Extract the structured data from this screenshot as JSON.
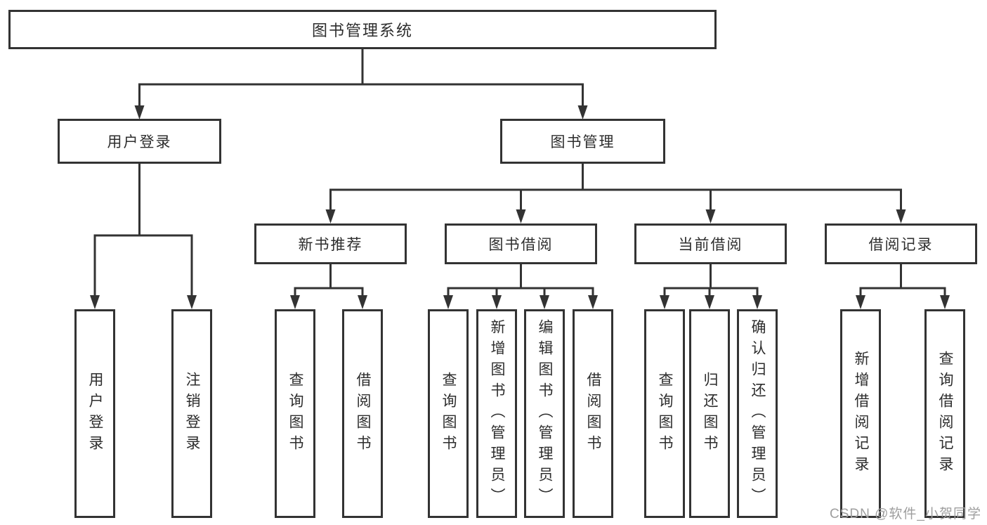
{
  "diagram": {
    "nodes": {
      "root": {
        "label": "图书管理系统"
      },
      "user_login": {
        "label": "用户登录"
      },
      "book_mgmt": {
        "label": "图书管理"
      },
      "new_book_rec": {
        "label": "新书推荐"
      },
      "book_borrow": {
        "label": "图书借阅"
      },
      "current_borrow": {
        "label": "当前借阅"
      },
      "borrow_records": {
        "label": "借阅记录"
      },
      "leaf_user_login": {
        "label": "用户登录"
      },
      "leaf_logout": {
        "label": "注销登录"
      },
      "leaf_query_book_rec": {
        "label": "查询图书"
      },
      "leaf_borrow_book_rec": {
        "label": "借阅图书"
      },
      "leaf_query_book_mgmt": {
        "label": "查询图书"
      },
      "leaf_add_book": {
        "label": "新增图书（管理员）"
      },
      "leaf_edit_book": {
        "label": "编辑图书（管理员）"
      },
      "leaf_borrow_book_mgmt": {
        "label": "借阅图书"
      },
      "leaf_query_book_cur": {
        "label": "查询图书"
      },
      "leaf_return_book": {
        "label": "归还图书"
      },
      "leaf_confirm_return": {
        "label": "确认归还（管理员）"
      },
      "leaf_add_record": {
        "label": "新增借阅记录"
      },
      "leaf_query_record": {
        "label": "查询借阅记录"
      }
    },
    "edges": [
      {
        "from": "root",
        "to": "user_login"
      },
      {
        "from": "root",
        "to": "book_mgmt"
      },
      {
        "from": "user_login",
        "to": "leaf_user_login"
      },
      {
        "from": "user_login",
        "to": "leaf_logout"
      },
      {
        "from": "book_mgmt",
        "to": "new_book_rec"
      },
      {
        "from": "book_mgmt",
        "to": "book_borrow"
      },
      {
        "from": "book_mgmt",
        "to": "current_borrow"
      },
      {
        "from": "book_mgmt",
        "to": "borrow_records"
      },
      {
        "from": "new_book_rec",
        "to": "leaf_query_book_rec"
      },
      {
        "from": "new_book_rec",
        "to": "leaf_borrow_book_rec"
      },
      {
        "from": "book_borrow",
        "to": "leaf_query_book_mgmt"
      },
      {
        "from": "book_borrow",
        "to": "leaf_add_book"
      },
      {
        "from": "book_borrow",
        "to": "leaf_edit_book"
      },
      {
        "from": "book_borrow",
        "to": "leaf_borrow_book_mgmt"
      },
      {
        "from": "current_borrow",
        "to": "leaf_query_book_cur"
      },
      {
        "from": "current_borrow",
        "to": "leaf_return_book"
      },
      {
        "from": "current_borrow",
        "to": "leaf_confirm_return"
      },
      {
        "from": "borrow_records",
        "to": "leaf_add_record"
      },
      {
        "from": "borrow_records",
        "to": "leaf_query_record"
      }
    ],
    "colors": {
      "line": "#333333",
      "text": "#2d2d2d",
      "background": "#ffffff",
      "watermark": "#9e9e9e"
    }
  },
  "watermark": {
    "text": "CSDN @软件_小贺同学"
  }
}
